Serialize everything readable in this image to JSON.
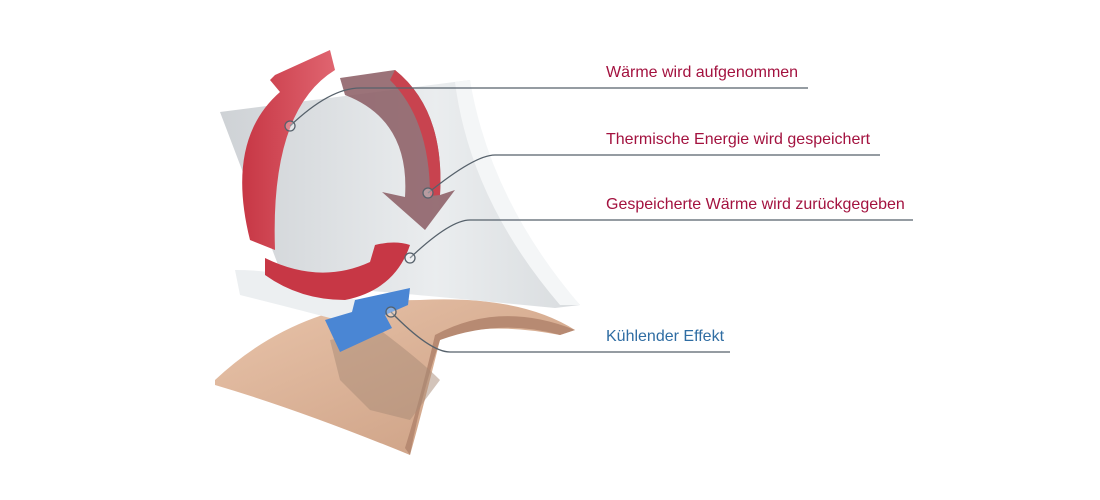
{
  "labels": [
    {
      "text": "Wärme wird aufgenommen"
    },
    {
      "text": "Thermische Energie wird gespeichert"
    },
    {
      "text": "Gespeicherte Wärme wird zurückgegeben"
    },
    {
      "text": "Kühlender Effekt"
    }
  ],
  "colors": {
    "heat_label": "#a3123f",
    "cool_label": "#2f6da3",
    "leader_line": "#56616b",
    "red_arrow": "#c9394a",
    "blue_arrow": "#4a86d4",
    "fabric": "#dcb79a",
    "panel": "#dfe3e6"
  }
}
